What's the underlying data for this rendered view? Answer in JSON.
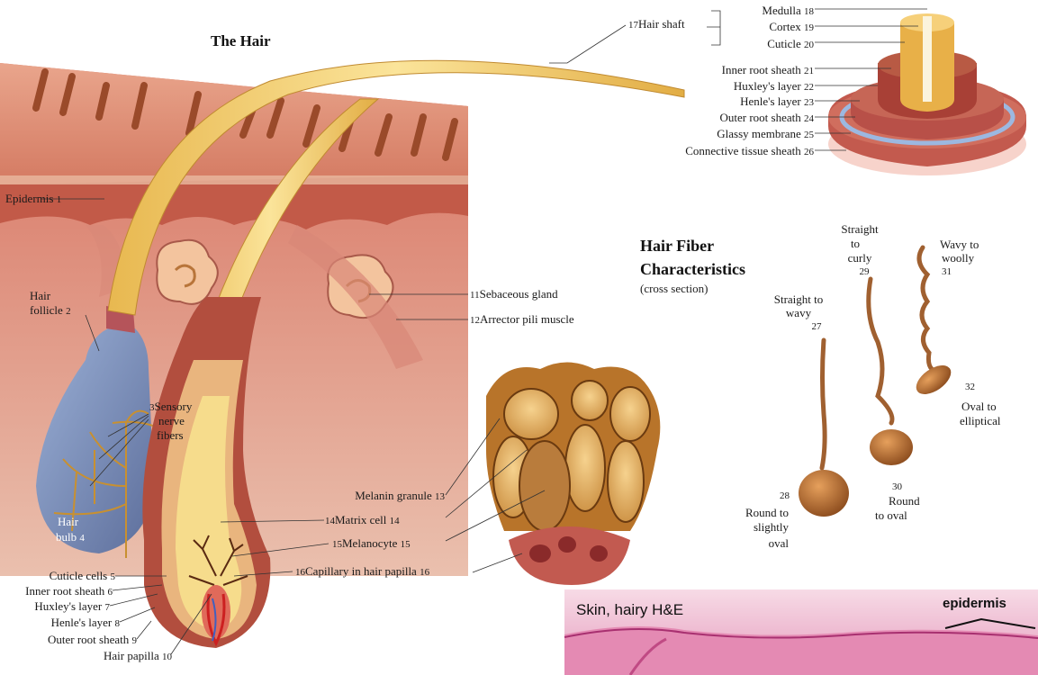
{
  "title": "The Hair",
  "fiber": {
    "title_line1": "Hair Fiber",
    "title_line2": "Characteristics",
    "subtitle": "(cross section)"
  },
  "labels": {
    "l1": {
      "text": "Epidermis",
      "num": "1"
    },
    "l2a": "Hair",
    "l2b": "follicle",
    "n2": "2",
    "n3": "3",
    "l3a": "Sensory",
    "l3b": "nerve",
    "l3c": "fibers",
    "l4a": "Hair",
    "l4b": "bulb",
    "n4": "4",
    "l5": {
      "text": "Cuticle cells",
      "num": "5"
    },
    "l6": {
      "text": "Inner root sheath",
      "num": "6"
    },
    "l7": {
      "text": "Huxley's layer",
      "num": "7"
    },
    "l8": {
      "text": "Henle's layer",
      "num": "8"
    },
    "l9": {
      "text": "Outer root  sheath",
      "num": "9"
    },
    "l10": {
      "text": "Hair papilla",
      "num": "10"
    },
    "l11": {
      "num": "11",
      "text": "Sebaceous gland"
    },
    "l12": {
      "num": "12",
      "text": "Arrector pili muscle"
    },
    "l13": {
      "text": "Melanin granule",
      "num": "13"
    },
    "l14": {
      "num": "14",
      "text": "Matrix cell",
      "num2": "14"
    },
    "l15": {
      "num": "15",
      "text": "Melanocyte",
      "num2": "15"
    },
    "l16": {
      "num": "16",
      "text": "Capillary in hair papilla",
      "num2": "16"
    },
    "l17": {
      "num": "17",
      "text": "Hair shaft"
    },
    "l18": {
      "text": "Medulla",
      "num": "18"
    },
    "l19": {
      "text": "Cortex",
      "num": "19"
    },
    "l20": {
      "text": "Cuticle",
      "num": "20"
    },
    "l21": {
      "text": "Inner root sheath",
      "num": "21"
    },
    "l22": {
      "text": "Huxley's layer",
      "num": "22"
    },
    "l23": {
      "text": "Henle's layer",
      "num": "23"
    },
    "l24": {
      "text": "Outer root sheath",
      "num": "24"
    },
    "l25": {
      "text": "Glassy membrane",
      "num": "25"
    },
    "l26": {
      "text": "Connective tissue sheath",
      "num": "26"
    },
    "l27a": "Straight to",
    "l27b": "wavy",
    "n27": "27",
    "n28": "28",
    "l28a": "Round to",
    "l28b": "slightly",
    "l28c": "oval",
    "l29a": "Straight",
    "l29b": "to",
    "l29c": "curly",
    "n29": "29",
    "n30": "30",
    "l30a": "Round",
    "l30b": "to oval",
    "l31a": "Wavy to",
    "l31b": "woolly",
    "n31": "31",
    "n32": "32",
    "l32a": "Oval to",
    "l32b": "elliptical"
  },
  "micrograph": {
    "title": "Skin, hairy  H&E",
    "label": "epidermis"
  },
  "colors": {
    "skin": "#d9826a",
    "dermis": "#c8604f",
    "hair": "#f2cf6a",
    "follicle_blue": "#7d8fb8",
    "bulb_dark": "#a8483c",
    "he_pink": "#e59bbd"
  }
}
